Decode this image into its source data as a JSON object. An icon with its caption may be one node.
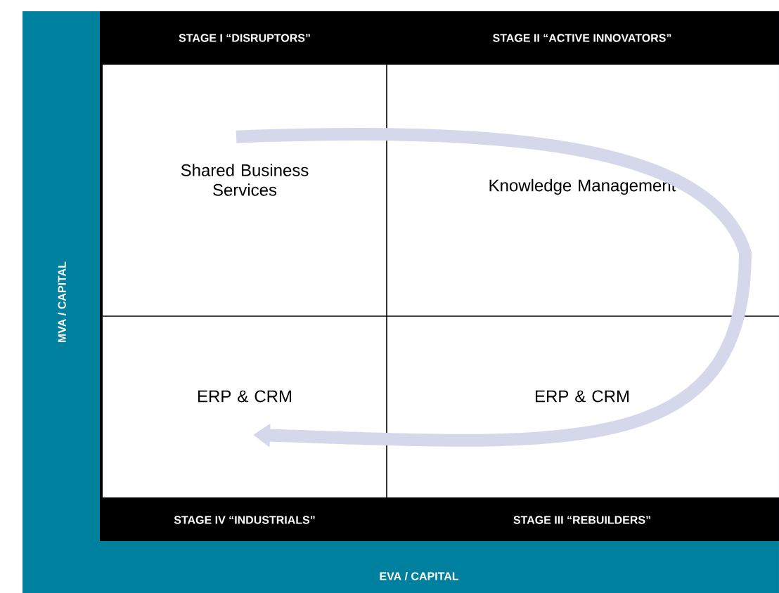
{
  "diagram": {
    "nodes": [
      {
        "text": [
          "Shared Business Services"
        ]
      },
      {
        "text": [
          "Knowledge Management"
        ]
      },
      {
        "text": [
          "ERP & CRM"
        ]
      },
      {
        "text": [
          "ERP & CRM"
        ]
      }
    ],
    "edges": [
      {
        "from": 0,
        "to": 2,
        "arrow": "to"
      }
    ],
    "labels": [
      "STAGE I “DISRUPTORS”",
      "STAGE II “ACTIVE INNOVATORS”",
      "MVA / CAPITAL",
      "STAGE IV “INDUSTRIALS”",
      "STAGE III “REBUILDERS”",
      "EVA / CAPITAL"
    ]
  }
}
